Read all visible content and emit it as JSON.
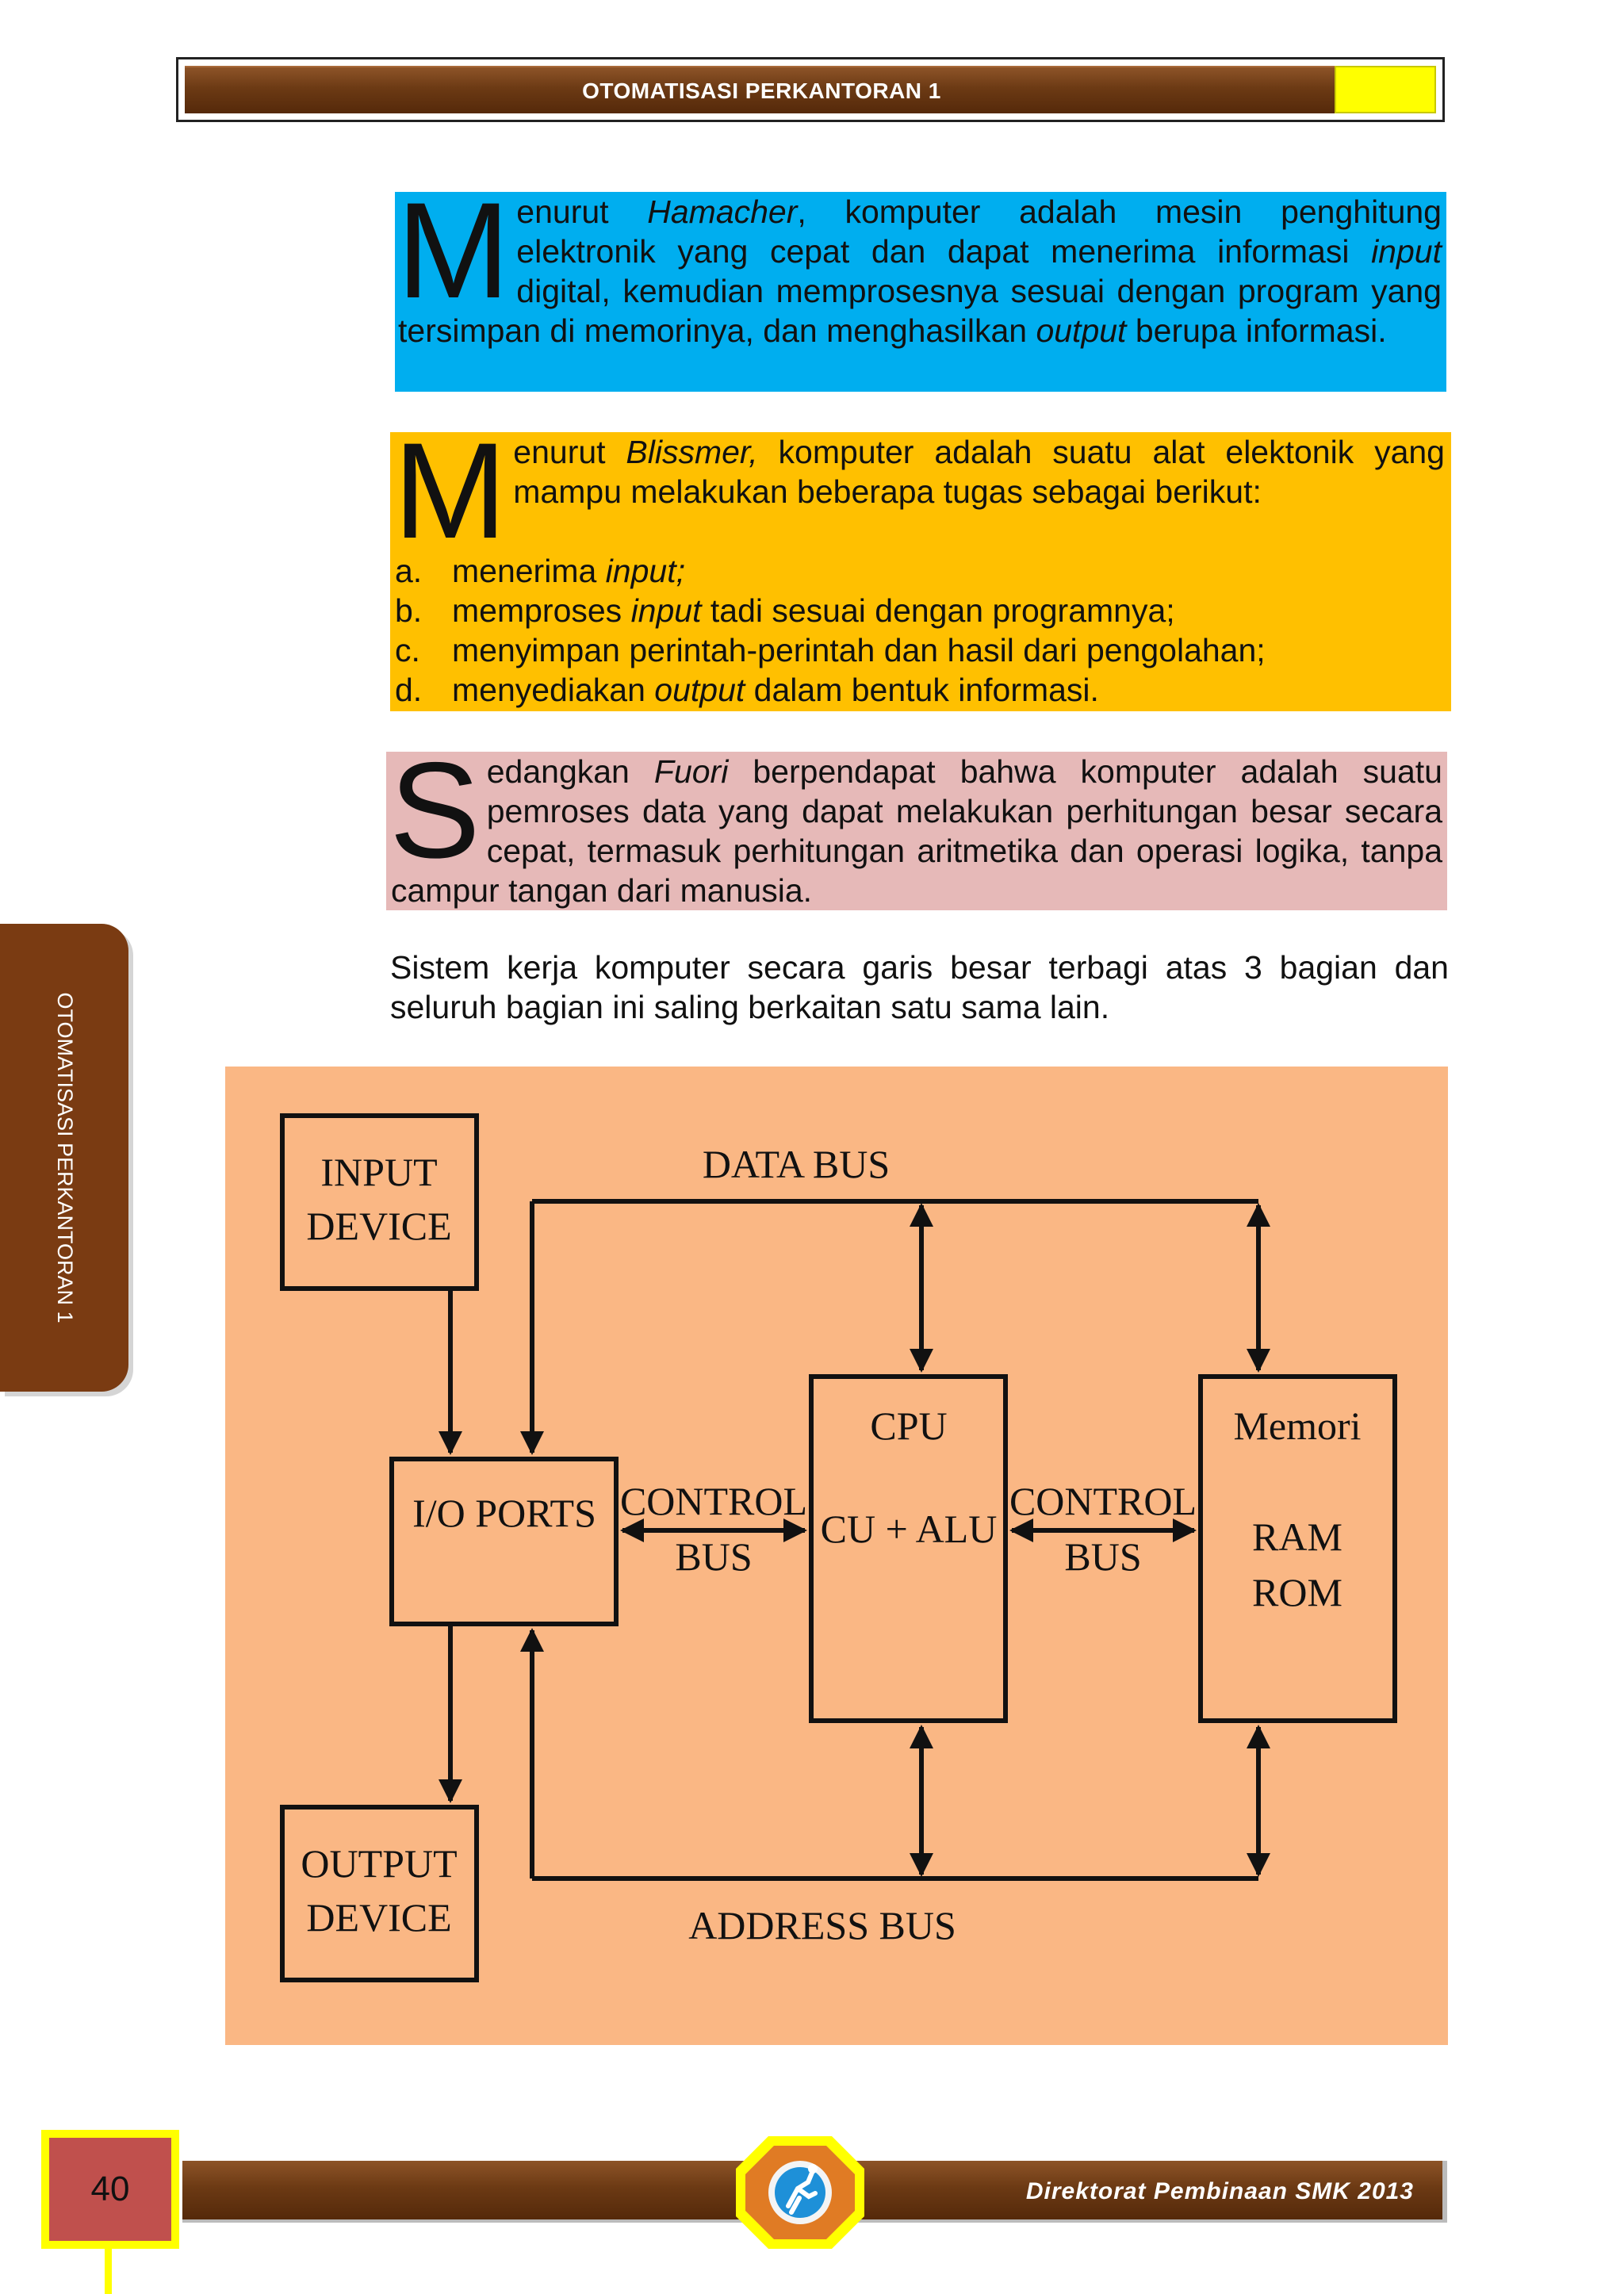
{
  "header": {
    "title": "OTOMATISASI PERKANTORAN 1"
  },
  "side_tab": {
    "text": "OTOMATISASI PERKANTORAN 1"
  },
  "hamacher": {
    "drop_cap": "M",
    "line1_a": "enurut ",
    "name": "Hamacher",
    "line1_b": ", komputer adalah mesin penghitung elektronik yang cepat dan dapat menerima informasi ",
    "input": "input",
    "line2": " digital, kemudian memprosesnya sesuai dengan program yang tersimpan di memorinya, dan menghasilkan ",
    "output": "output",
    "line3": " berupa informasi."
  },
  "blissmer": {
    "drop_cap": "M",
    "intro_a": "enurut ",
    "name": "Blissmer,",
    "intro_b": " komputer adalah suatu alat elektonik yang mampu melakukan beberapa tugas sebagai berikut:",
    "items": [
      {
        "key": "a.",
        "pre": "menerima ",
        "em": "input;",
        "post": ""
      },
      {
        "key": "b.",
        "pre": "memproses ",
        "em": "input",
        "post": " tadi sesuai dengan programnya;"
      },
      {
        "key": "c.",
        "pre": "menyimpan perintah-perintah dan hasil dari pengolahan;",
        "em": "",
        "post": ""
      },
      {
        "key": "d.",
        "pre": "menyediakan ",
        "em": "output",
        "post": " dalam bentuk informasi."
      }
    ]
  },
  "fuori": {
    "drop_cap": "S",
    "a": "edangkan ",
    "name": "Fuori",
    "b": " berpendapat bahwa komputer adalah suatu pemroses data yang dapat melakukan perhitungan besar secara cepat, termasuk perhitungan aritmetika dan operasi logika, tanpa campur tangan dari manusia."
  },
  "summary": "Sistem kerja komputer secara garis besar terbagi atas 3 bagian dan seluruh bagian ini saling berkaitan satu sama lain.",
  "diagram": {
    "input_device": [
      "INPUT",
      "DEVICE"
    ],
    "output_device": [
      "OUTPUT",
      "DEVICE"
    ],
    "io_ports": "I/O PORTS",
    "cpu_title": "CPU",
    "cpu_sub": "CU + ALU",
    "memori_title": "Memori",
    "memori_sub": [
      "RAM",
      "ROM"
    ],
    "data_bus": "DATA BUS",
    "address_bus": "ADDRESS BUS",
    "control_bus_left": [
      "CONTROL",
      "BUS"
    ],
    "control_bus_right": [
      "CONTROL",
      "BUS"
    ]
  },
  "footer": {
    "page_number": "40",
    "publisher": "Direktorat Pembinaan SMK 2013"
  },
  "colors": {
    "brown_bar": "#6c3a14",
    "accent_yellow": "#ffff00",
    "blue_box": "#00aeef",
    "orange_box": "#ffc000",
    "pink_box": "#e6b9b8",
    "diagram_bg": "#fab784",
    "page_box": "#c0504d"
  }
}
